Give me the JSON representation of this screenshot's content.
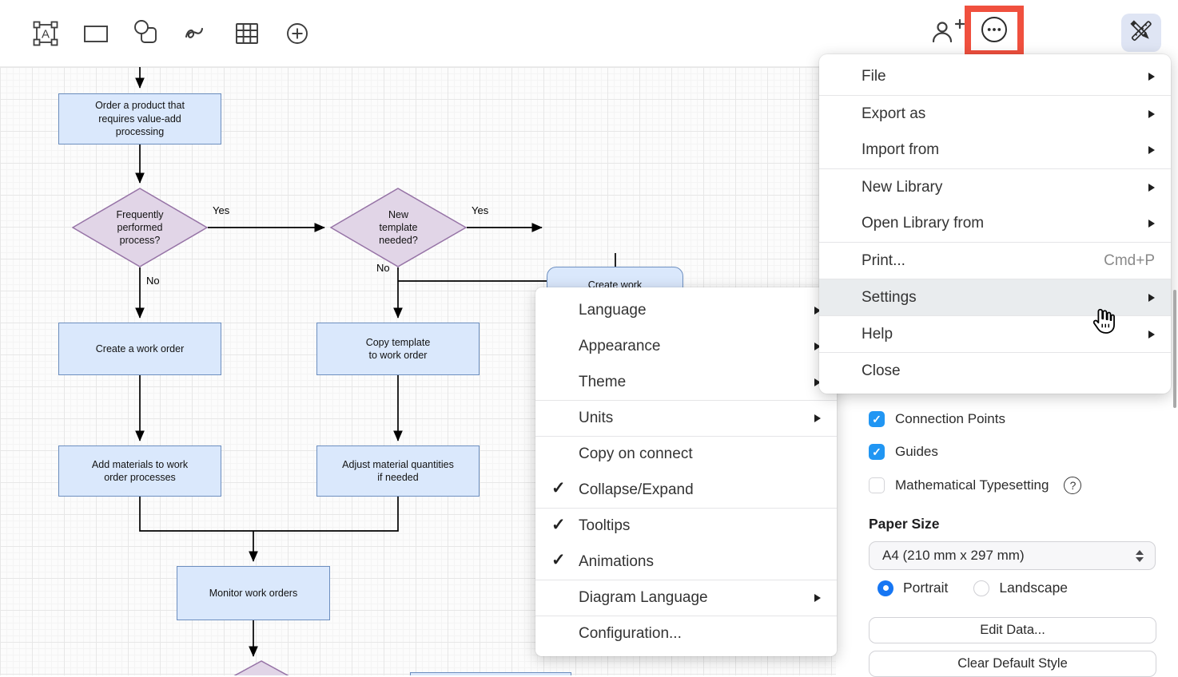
{
  "toolbar": {
    "left_icons": [
      "text-shape",
      "rectangle",
      "shape",
      "freehand",
      "table",
      "insert"
    ],
    "right_icons": [
      "person-add",
      "more-ellipsis-circle",
      "sketch-pencil-ruler"
    ],
    "highlight_color": "#f0503e"
  },
  "menu": {
    "items": [
      {
        "label": "File",
        "arrow": true
      },
      {
        "label": "Export as",
        "arrow": true
      },
      {
        "label": "Import from",
        "arrow": true
      },
      {
        "label": "New Library",
        "arrow": true
      },
      {
        "label": "Open Library from",
        "arrow": true
      },
      {
        "label": "Print...",
        "shortcut": "Cmd+P"
      },
      {
        "label": "Settings",
        "arrow": true,
        "highlighted": true
      },
      {
        "label": "Help",
        "arrow": true
      },
      {
        "label": "Close"
      }
    ]
  },
  "submenu": {
    "items": [
      {
        "label": "Language",
        "arrow": true
      },
      {
        "label": "Appearance",
        "arrow": true
      },
      {
        "label": "Theme",
        "arrow": true
      },
      {
        "label": "Units",
        "arrow": true
      },
      {
        "label": "Copy on connect",
        "checked": false
      },
      {
        "label": "Collapse/Expand",
        "checked": true
      },
      {
        "label": "Tooltips",
        "checked": true
      },
      {
        "label": "Animations",
        "checked": true
      },
      {
        "label": "Diagram Language",
        "arrow": true
      },
      {
        "label": "Configuration..."
      }
    ],
    "check_glyph": "✓"
  },
  "panel": {
    "checkboxes": [
      {
        "label": "Connection Points",
        "checked": true
      },
      {
        "label": "Guides",
        "checked": true
      },
      {
        "label": "Mathematical Typesetting",
        "checked": false,
        "help_icon": true
      }
    ],
    "help_glyph": "?",
    "paper_size_label": "Paper Size",
    "paper_size_value": "A4 (210 mm x 297 mm)",
    "orientation": [
      {
        "label": "Portrait",
        "selected": true
      },
      {
        "label": "Landscape",
        "selected": false
      }
    ],
    "buttons": [
      "Edit Data...",
      "Clear Default Style"
    ]
  },
  "flowchart": {
    "nodes": {
      "order": "Order a product that\nrequires value-add\nprocessing",
      "freq": "Frequently\nperformed\nprocess?",
      "newtpl": "New\ntemplate\nneeded?",
      "createtpl": "Create work\norder template",
      "createwo": "Create a work order",
      "copytpl": "Copy template\nto work order",
      "addmat": "Add materials to work\norder processes",
      "adjust": "Adjust material quantities\nif needed",
      "monitor": "Monitor work orders"
    },
    "labels": {
      "yes1": "Yes",
      "yes2": "Yes",
      "no1": "No",
      "no2": "No"
    },
    "colors": {
      "process_fill": "#dae8fc",
      "process_stroke": "#6c8ebf",
      "decision_fill": "#e1d5e7",
      "decision_stroke": "#9673a6"
    }
  },
  "colors": {
    "checkbox_blue": "#2196f3",
    "radio_blue": "#1676f3",
    "highlight_red": "#f0503e",
    "menu_highlight": "#e9ecee",
    "sketch_button_bg": "#dfe5f4"
  }
}
